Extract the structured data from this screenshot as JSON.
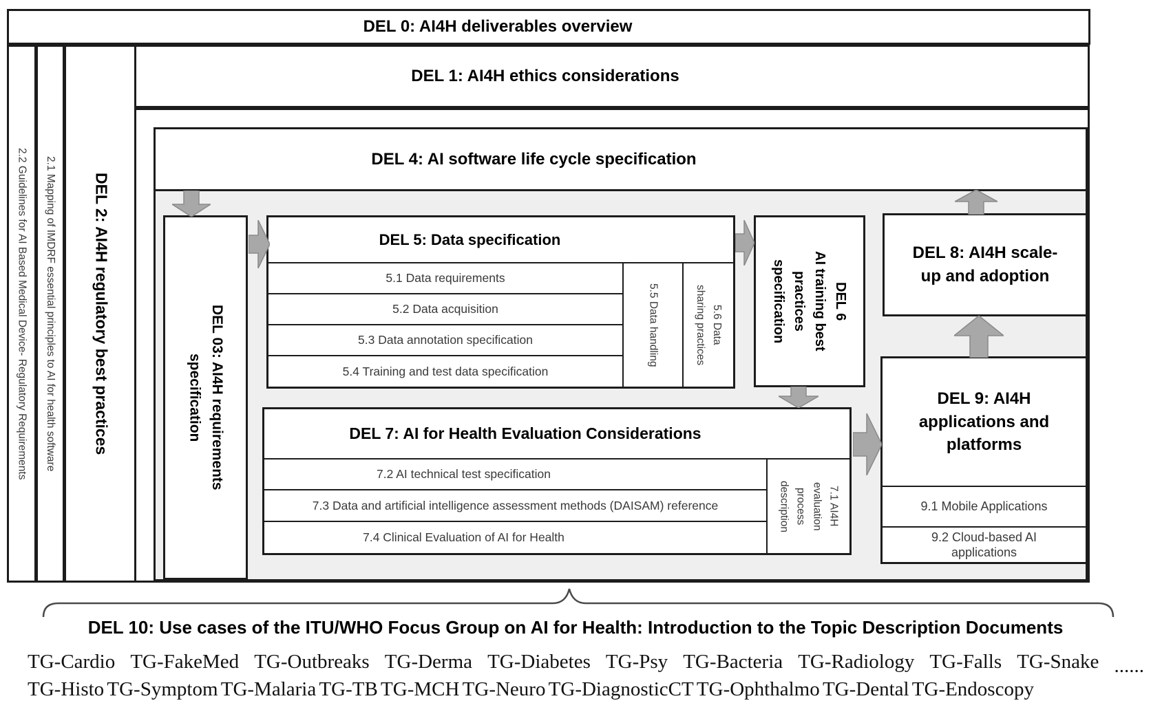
{
  "del0": {
    "title": "DEL 0: AI4H deliverables overview"
  },
  "left_columns": {
    "c22": "2.2 Guidelines for AI Based Medical Device- Regulatory Requirements",
    "c21": "2.1 Mapping of IMDRF essential principles to AI for health software",
    "del2": "DEL 2: AI4H regulatory best practices"
  },
  "del1": {
    "title": "DEL 1: AI4H ethics considerations"
  },
  "del4": {
    "title": "DEL 4: AI software life cycle specification"
  },
  "del3": {
    "title": "DEL 03: AI4H requirements\nspecification"
  },
  "del5": {
    "title": "DEL 5: Data specification",
    "rows": [
      "5.1 Data requirements",
      "5.2 Data acquisition",
      "5.3 Data annotation specification",
      "5.4 Training and test data specification"
    ],
    "col_55": "5.5 Data handling",
    "col_56": "5.6 Data\nsharing practices"
  },
  "del6": {
    "title": "DEL 6\nAI training best\npractices\nspecification"
  },
  "del7": {
    "title": "DEL 7: AI for Health Evaluation Considerations",
    "rows": [
      "7.2 AI technical test specification",
      "7.3 Data and artificial intelligence assessment methods (DAISAM) reference",
      "7.4 Clinical Evaluation of AI for Health"
    ],
    "col_71": "7.1 AI4H\nevaluation\nprocess\ndescription"
  },
  "del8": {
    "title": "DEL 8: AI4H scale-\nup and adoption"
  },
  "del9": {
    "title": "DEL 9: AI4H\napplications and\nplatforms",
    "rows": [
      "9.1 Mobile Applications",
      "9.2 Cloud-based AI\napplications"
    ]
  },
  "del10": {
    "title": "DEL 10: Use cases of the ITU/WHO Focus Group on AI for Health: Introduction to the Topic Description Documents",
    "tg_row1": [
      "TG-Cardio",
      "TG-FakeMed",
      "TG-Outbreaks",
      "TG-Derma",
      "TG-Diabetes",
      "TG-Psy",
      "TG-Bacteria",
      "TG-Radiology",
      "TG-Falls",
      "TG-Snake"
    ],
    "ellipsis": "......",
    "tg_row2": [
      "TG-Histo",
      "TG-Symptom",
      "TG-Malaria",
      "TG-TB",
      "TG-MCH",
      "TG-Neuro",
      "TG-DiagnosticCT",
      "TG-Ophthalmo",
      "TG-Dental",
      "TG-Endoscopy"
    ]
  },
  "colors": {
    "band": "#efefef",
    "arrow_fill": "#a8a8a8",
    "arrow_stroke": "#8a8a8a",
    "border": "#1c1c1c"
  }
}
